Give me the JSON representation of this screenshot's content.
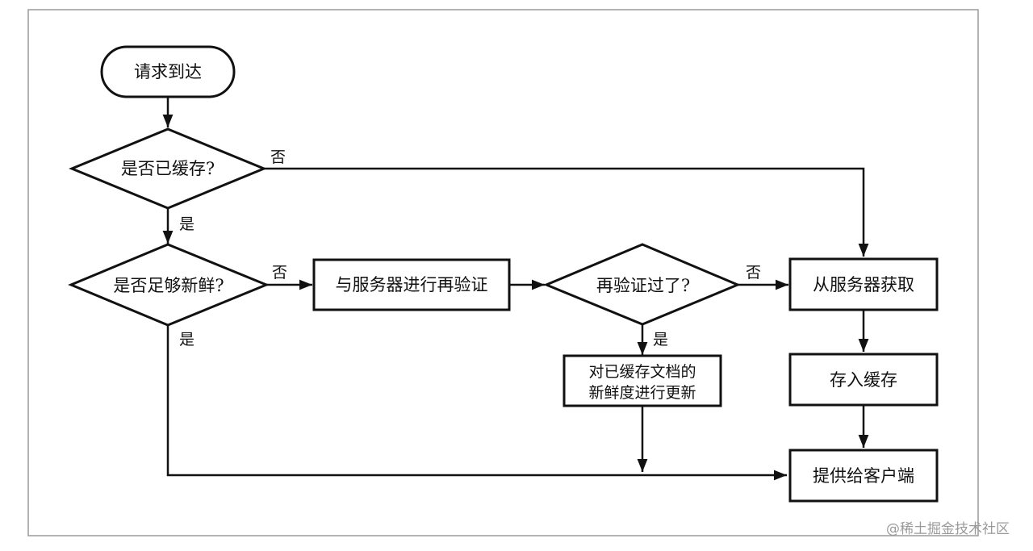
{
  "nodes": {
    "start": "请求到达",
    "cached": "是否已缓存?",
    "fresh": "是否足够新鲜?",
    "revalidate": "与服务器进行再验证",
    "revalidated": "再验证过了?",
    "fetch": "从服务器获取",
    "update_line1": "对已缓存文档的",
    "update_line2": "新鲜度进行更新",
    "store": "存入缓存",
    "serve": "提供给客户端"
  },
  "edge_labels": {
    "cached_no": "否",
    "cached_yes": "是",
    "fresh_no": "否",
    "fresh_yes": "是",
    "revalidated_no": "否",
    "revalidated_yes": "是"
  },
  "watermark": "@稀土掘金技术社区"
}
